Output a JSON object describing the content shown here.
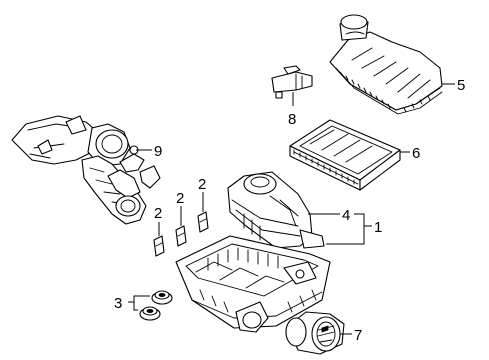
{
  "callouts": {
    "c1": "1",
    "c2a": "2",
    "c2b": "2",
    "c2c": "2",
    "c3": "3",
    "c4": "4",
    "c5": "5",
    "c6": "6",
    "c7": "7",
    "c8": "8",
    "c9": "9"
  },
  "colors": {
    "line": "#000000",
    "background": "#ffffff"
  }
}
